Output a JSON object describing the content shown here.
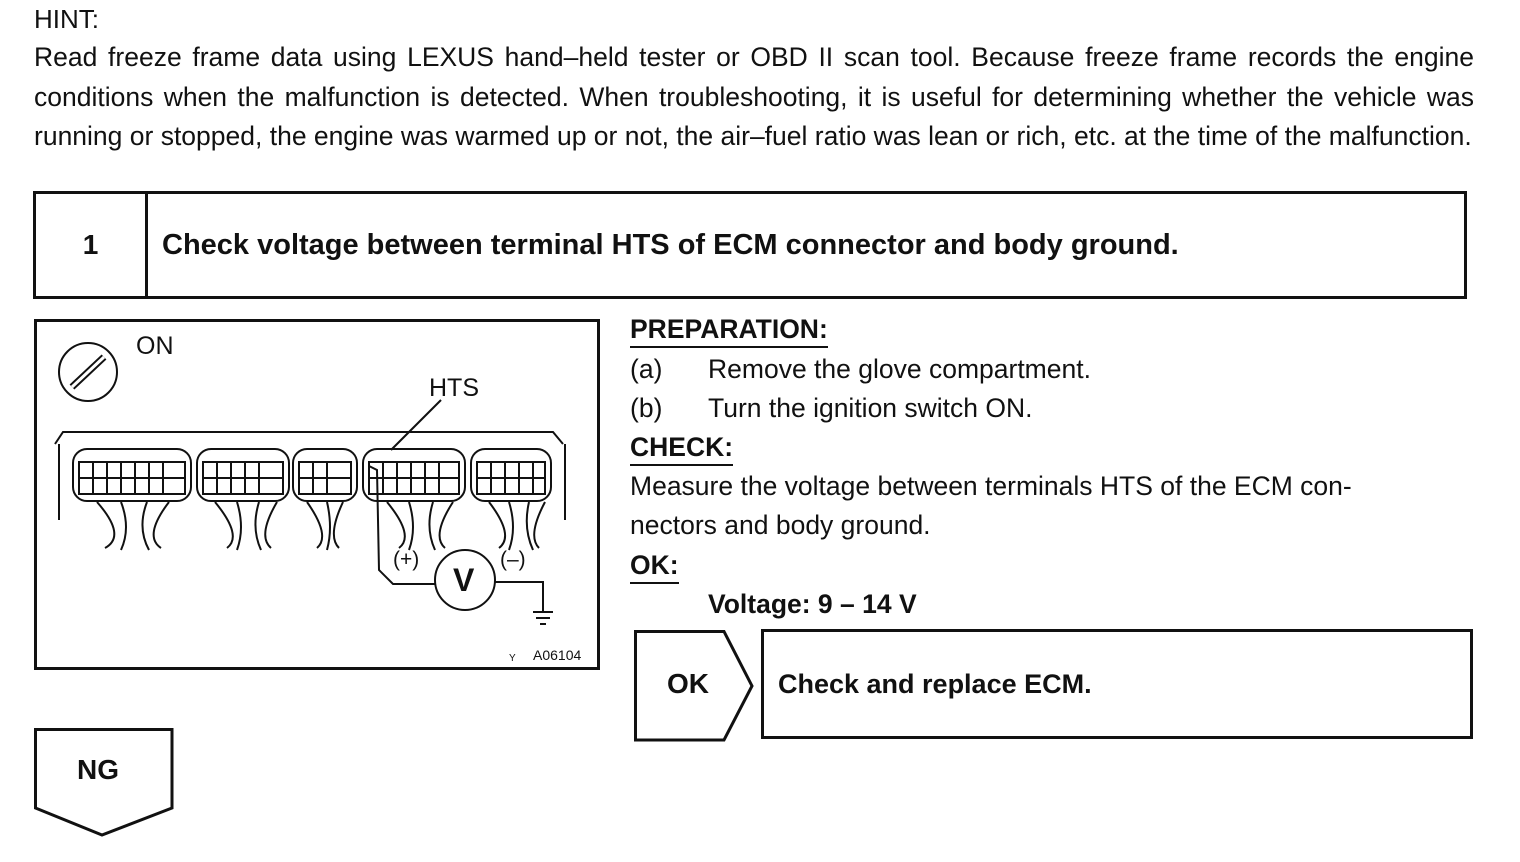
{
  "hint": {
    "label": "HINT:",
    "text": "Read freeze frame data using LEXUS hand–held tester or OBD II scan tool. Because freeze frame records the engine conditions when the malfunction is detected. When troubleshooting, it is useful for determining whether the vehicle was running or stopped, the engine was warmed up or not, the air–fuel ratio was lean or rich, etc. at the time of the malfunction."
  },
  "step": {
    "number": "1",
    "title": "Check voltage between terminal HTS of ECM connector and body ground."
  },
  "figure": {
    "ignition_label": "ON",
    "terminal_label": "HTS",
    "plus_label": "(+)",
    "minus_label": "(–)",
    "meter_symbol": "V",
    "code_prefix": "Y",
    "code": "A06104"
  },
  "preparation": {
    "heading": "PREPARATION:",
    "items": [
      {
        "letter": "(a)",
        "text": "Remove the glove compartment."
      },
      {
        "letter": "(b)",
        "text": "Turn the ignition switch ON."
      }
    ]
  },
  "check": {
    "heading": "CHECK:",
    "line1": "Measure the voltage between terminals HTS of the ECM con-",
    "line2": "nectors and body ground."
  },
  "ok": {
    "heading": "OK:",
    "spec": "Voltage: 9 – 14 V"
  },
  "ok_branch": {
    "flag": "OK",
    "action": "Check and replace ECM."
  },
  "ng_branch": {
    "flag": "NG"
  }
}
